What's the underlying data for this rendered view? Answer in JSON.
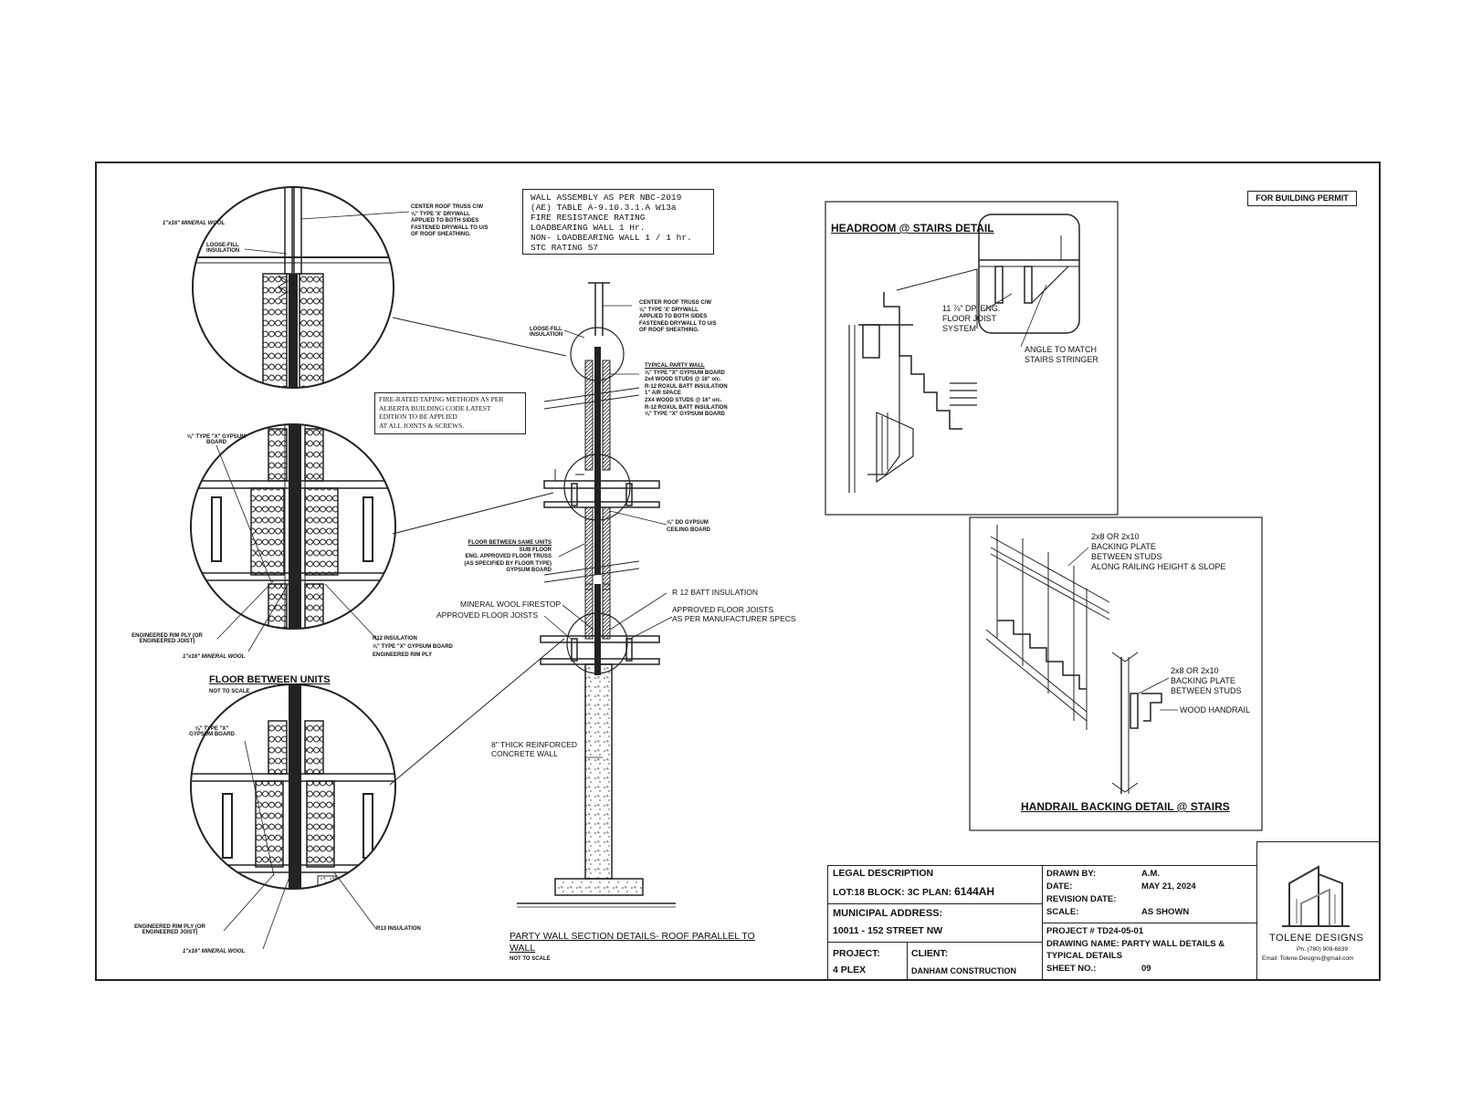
{
  "permit_label": "FOR BUILDING PERMIT",
  "wall_assembly": {
    "lines": [
      "WALL ASSEMBLY AS PER NBC-2019",
      "(AE) TABLE A-9.10.3.1.A W13a",
      "FIRE RESISTANCE RATING",
      "LOADBEARING WALL 1 Hr.",
      "NON- LOADBEARING WALL 1 / 1 hr.",
      "STC RATING 57"
    ]
  },
  "fire_rated_note": {
    "lines": [
      "FIRE-RATED TAPING METHODS AS PER",
      "ALBERTA BUILDING CODE LATEST",
      "EDITION TO BE APPLIED",
      "AT ALL JOINTS & SCREWS."
    ]
  },
  "top_circle": {
    "note_lines": [
      "CENTER ROOF TRUSS C/W",
      "⅝\" TYPE 'X' DRYWALL",
      "APPLIED TO BOTH SIDES",
      "FASTENED DRYWALL TO U/S",
      "OF ROOF SHEATHING."
    ],
    "loose_fill": "LOOSE-FILL INSULATION",
    "left_label": "1\"x16\" MINERAL WOOL"
  },
  "middle_circle": {
    "gypsum": "⅝\" TYPE \"X\" GYPSUM BOARD",
    "rim_ply": "ENGINEERED RIM PLY (OR ENGINEERED JOIST)",
    "mineral": "1\"x16\" MINERAL WOOL",
    "r12": "R12 INSULATION",
    "gypsum2": "⅝\" TYPE \"X\" GYPSUM BOARD",
    "rim2": "ENGINEERED RIM PLY",
    "title": "FLOOR BETWEEN UNITS",
    "subtitle": "NOT TO SCALE"
  },
  "bottom_circle": {
    "gypsum": "⅝\" TYPE \"X\" GYPSUM BOARD",
    "rim_ply": "ENGINEERED RIM PLY (OR ENGINEERED JOIST)",
    "mineral": "1\"x16\" MINERAL WOOL",
    "r13": "R13 INSULATION"
  },
  "section": {
    "truss_note": [
      "CENTER ROOF TRUSS C/W",
      "⅝\" TYPE 'X' DRYWALL",
      "APPLIED TO BOTH SIDES",
      "FASTENED DRYWALL TO U/S",
      "OF ROOF SHEATHING."
    ],
    "loose_fill": "LOOSE-FILL INSULATION",
    "party_wall": [
      "TYPICAL PARTY WALL",
      "⅝\" TYPE \"X\" GYPSUM BOARD",
      "2x4 WOOD STUDS @ 16\" o/c.",
      "R-12 ROXUL BATT INSULATION",
      "1\" AIR SPACE",
      "2X4 WOOD STUDS @ 16\" o/c.",
      "R-12 ROXUL BATT INSULATION",
      "⅝\" TYPE \"X\" GYPSUM BOARD"
    ],
    "ceiling": [
      "⅝\" DD GYPSUM",
      "CEILING BOARD"
    ],
    "floor_units": [
      "FLOOR BETWEEN SAME UNITS",
      "SUB FLOOR",
      "ENG. APPROVED FLOOR TRUSS",
      "(AS SPECIFIED BY FLOOR TYPE)",
      "GYPSUM BOARD"
    ],
    "firestop": "MINERAL WOOL FIRESTOP",
    "joists": "APPROVED FLOOR JOISTS",
    "r12_batt": "R 12 BATT INSULATION",
    "joists_mfr": [
      "APPROVED FLOOR JOISTS",
      "AS PER MANUFACTURER SPECS"
    ],
    "concrete": [
      "8\" THICK REINFORCED",
      "CONCRETE WALL"
    ],
    "title": "PARTY WALL SECTION DETAILS- ROOF PARALLEL TO",
    "title2": "WALL",
    "subtitle": "NOT TO SCALE"
  },
  "headroom": {
    "title": "HEADROOM @ STAIRS DETAIL",
    "joist": "11 ⅞\" DP. ENG. FLOOR JOIST SYSTEM",
    "angle": [
      "ANGLE TO MATCH",
      "STAIRS STRINGER"
    ]
  },
  "handrail": {
    "title": "HANDRAIL BACKING DETAIL @ STAIRS",
    "backing1": [
      "2x8 OR 2x10",
      "BACKING PLATE",
      "BETWEEN STUDS",
      "ALONG RAILING HEIGHT & SLOPE"
    ],
    "backing2": [
      "2x8 OR 2x10",
      "BACKING PLATE",
      "BETWEEN STUDS"
    ],
    "wood_handrail": "WOOD HANDRAIL"
  },
  "title_block": {
    "legal_label": "LEGAL DESCRIPTION",
    "lot_label": "LOT:",
    "lot": "18",
    "block_label": "BLOCK:",
    "block": "3C",
    "plan_label": "PLAN:",
    "plan": "6144AH",
    "municipal_label": "MUNICIPAL ADDRESS:",
    "address": "10011 - 152 STREET NW",
    "project_label": "PROJECT:",
    "project": "4 PLEX",
    "client_label": "CLIENT:",
    "client": "DANHAM CONSTRUCTION",
    "drawn_by_label": "DRAWN BY:",
    "drawn_by": "A.M.",
    "date_label": "DATE:",
    "date": "MAY 21, 2024",
    "revision_label": "REVISION DATE:",
    "scale_label": "SCALE:",
    "scale": "AS SHOWN",
    "project_no": "PROJECT # TD24-05-01",
    "drawing_name_label": "DRAWING NAME:",
    "drawing_name": "PARTY WALL DETAILS &",
    "drawing_name2": "TYPICAL DETAILS",
    "sheet_label": "SHEET NO.:",
    "sheet_no": "09",
    "company": "TOLENE DESIGNS",
    "phone": "Ph: (780) 909-6839",
    "email": "Email: Tolene.Designs@gmail.com"
  }
}
